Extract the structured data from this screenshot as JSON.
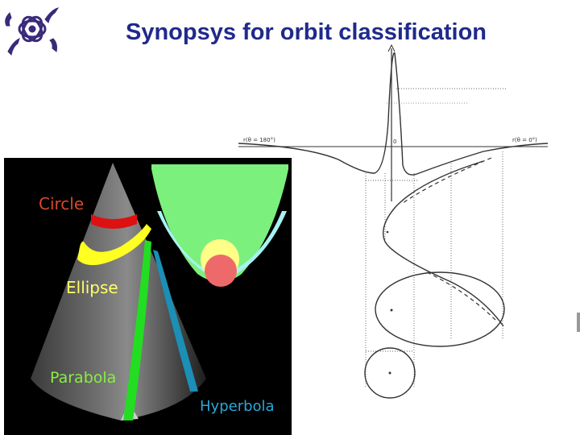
{
  "slide": {
    "title": "Synopsys for orbit classification"
  },
  "cone_labels": {
    "circle": "Circle",
    "ellipse": "Ellipse",
    "parabola": "Parabola",
    "hyperbola": "Hyperbola"
  },
  "potential_plot": {
    "left_label": "r(θ = 180°)",
    "center_label": "0",
    "right_label": "r(θ = 0°)"
  },
  "colors": {
    "title": "#1f2a8c",
    "circle": "#dd1111",
    "ellipse": "#ffff22",
    "parabola": "#22dd22",
    "hyperbola": "#1b8fb5",
    "label_circle": "#d64a2a",
    "label_ellipse": "#ffff66",
    "label_parabola": "#88ee44",
    "label_hyperbola": "#2aa7d8"
  },
  "icons": {
    "logo": "atom-lizard-logo"
  }
}
